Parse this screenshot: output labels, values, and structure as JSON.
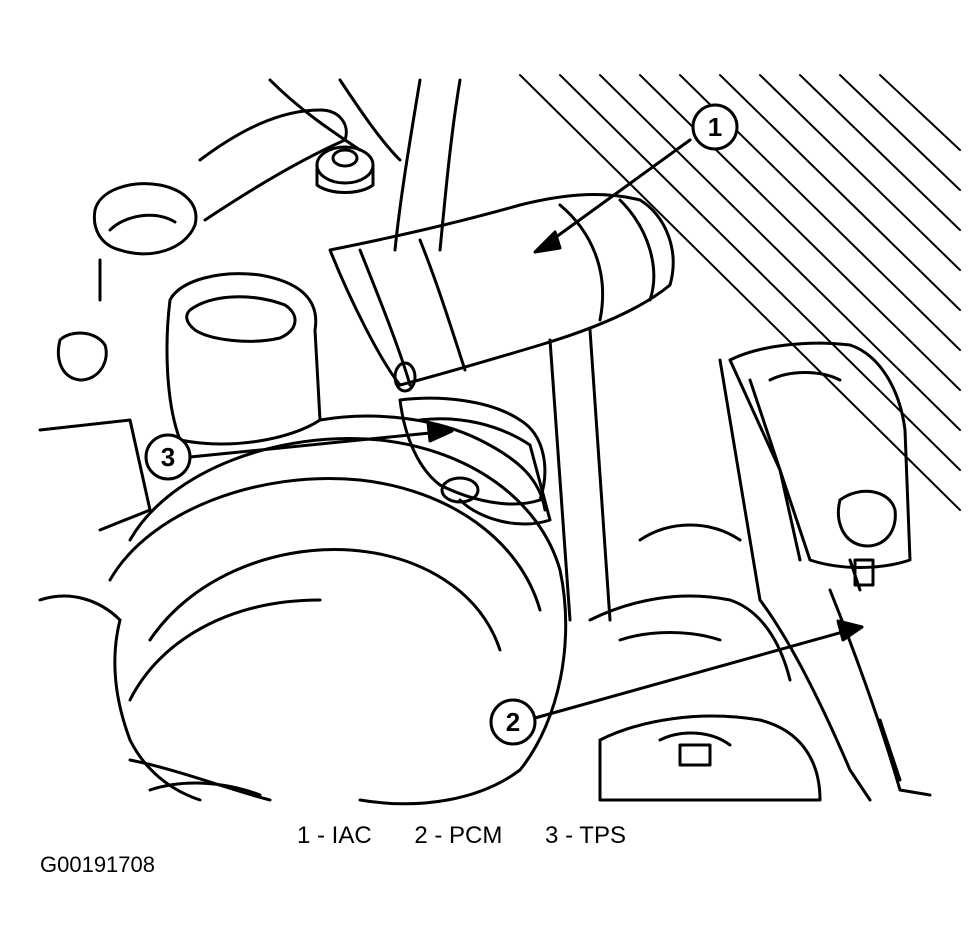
{
  "callouts": [
    {
      "number": "1",
      "label": "IAC"
    },
    {
      "number": "2",
      "label": "PCM"
    },
    {
      "number": "3",
      "label": "TPS"
    }
  ],
  "legend": {
    "item1": "1 - IAC",
    "item2": "2 - PCM",
    "item3": "3 - TPS"
  },
  "figure_id": "G00191708",
  "colors": {
    "line": "#000000",
    "background": "#ffffff"
  }
}
